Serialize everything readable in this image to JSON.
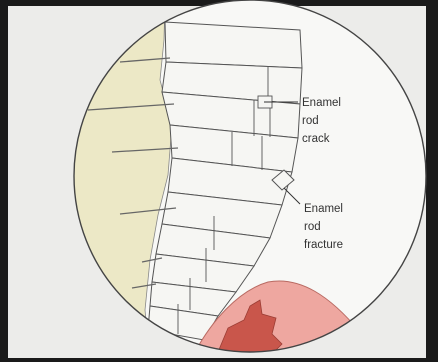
{
  "labels": {
    "crack": [
      "Enamel",
      "rod",
      "crack"
    ],
    "fracture": [
      "Enamel",
      "rod",
      "fracture"
    ]
  },
  "colors": {
    "background": "#ececea",
    "frame": "#1a1a1a",
    "dentin": "#ece8c6",
    "enamel": "#f6f6f3",
    "stroke": "#555555",
    "pulp": "#eea7a0",
    "pulp_inner": "#c9564b"
  }
}
